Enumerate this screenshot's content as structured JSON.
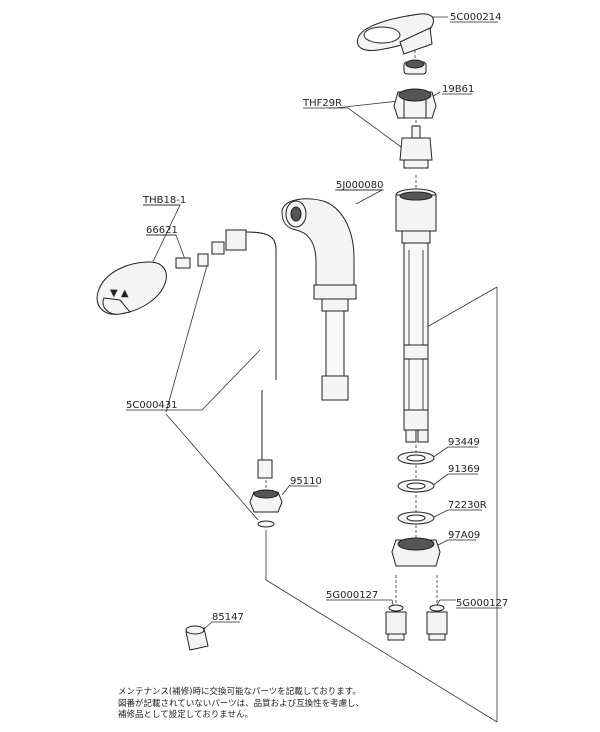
{
  "labels": {
    "p_5c000214": "5C000214",
    "p_19b61": "19B61",
    "p_thf29r": "THF29R",
    "p_5j000080": "5J000080",
    "p_thb18_1": "THB18-1",
    "p_66621": "66621",
    "p_5c000431": "5C000431",
    "p_95110": "95110",
    "p_93449": "93449",
    "p_91369": "91369",
    "p_72230r": "72230R",
    "p_97a09": "97A09",
    "p_5g000127_left": "5G000127",
    "p_5g000127_right": "5G000127",
    "p_85147": "85147"
  },
  "note": {
    "line1": "メンテナンス(補修)時に交換可能なパーツを記載しております。",
    "line2": "図番が記載されていないパーツは、品質および互換性を考慮し、",
    "line3": "補修品として設定しておりません。"
  }
}
